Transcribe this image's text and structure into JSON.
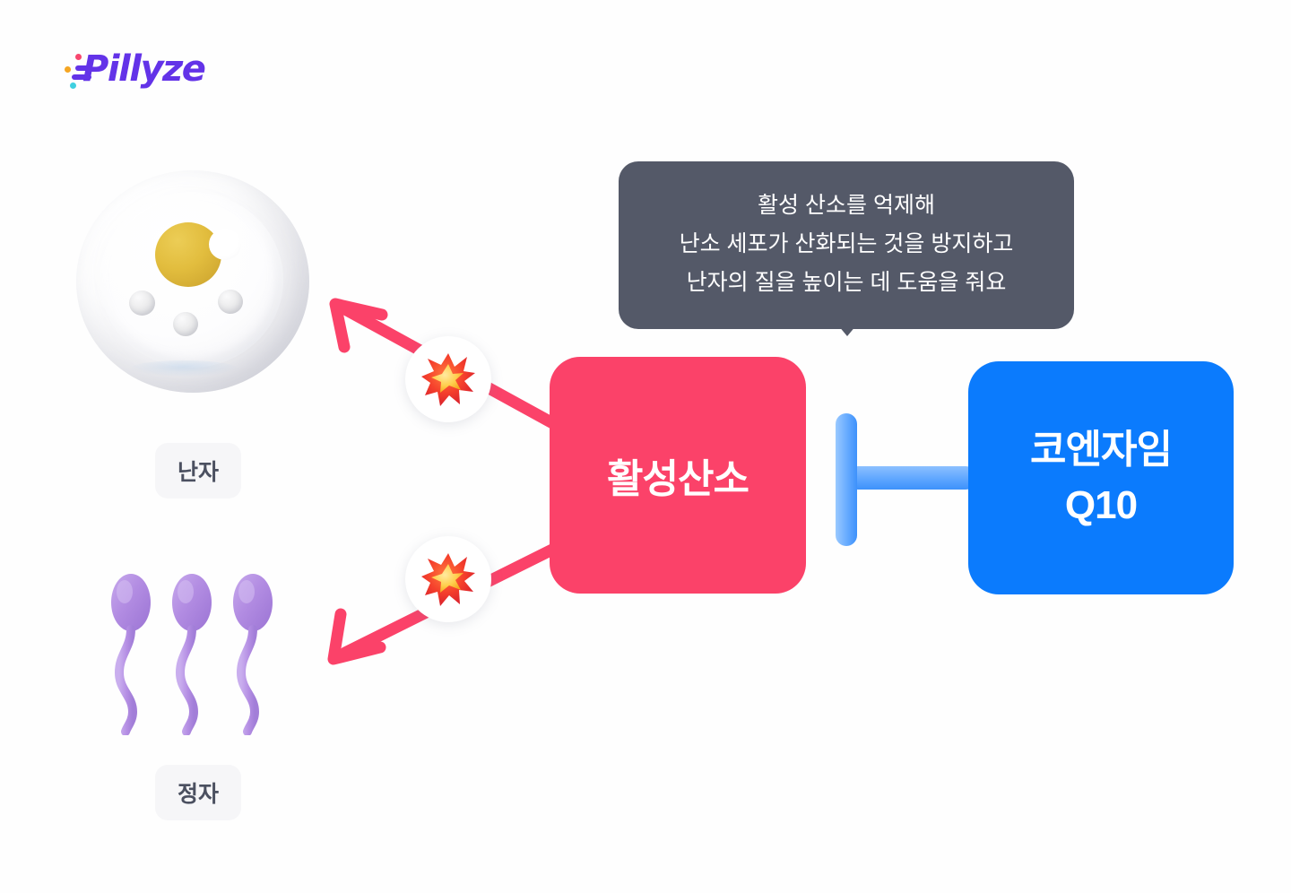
{
  "brand": {
    "name": "Pillyze",
    "wordmark_color": "#6333e8",
    "accent_dots": [
      "#f8476e",
      "#f5a623",
      "#3fd0e0"
    ]
  },
  "colors": {
    "background": "#fefefe",
    "ros_box": "#fb4269",
    "coq10_box": "#0b7bfd",
    "tooltip_bg": "#545968",
    "tooltip_text": "#ffffff",
    "label_pill_bg": "#f6f6f8",
    "label_pill_text": "#4b5060",
    "arrow": "#fb4269",
    "inhibitor": "#5ea6ff",
    "sperm": "#b08ce0",
    "egg_nucleus": "#e2bd3e"
  },
  "tooltip": {
    "lines": [
      "활성 산소를 억제해",
      "난소 세포가 산화되는 것을 방지하고",
      "난자의 질을 높이는 데 도움을 줘요"
    ]
  },
  "boxes": {
    "ros": {
      "label": "활성산소"
    },
    "coq10": {
      "line1": "코엔자임",
      "line2": "Q10"
    }
  },
  "labels": {
    "egg": "난자",
    "sperm": "정자"
  },
  "icons": {
    "burst": "collision-icon",
    "inhibit": "inhibition-connector",
    "arrow_egg": "arrow-up-left",
    "arrow_sperm": "arrow-down-left"
  },
  "illustrations": {
    "egg": {
      "name": "ovum-cell",
      "granule_count": 3
    },
    "sperm": {
      "name": "sperm-cells",
      "count": 3
    }
  }
}
